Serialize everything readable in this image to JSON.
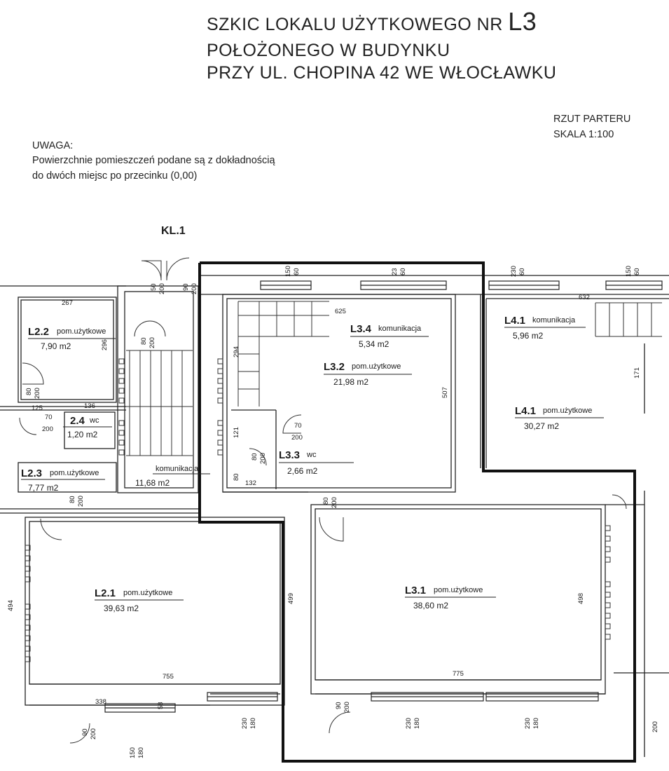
{
  "header": {
    "title_prefix": "SZKIC LOKALU UŻYTKOWEGO NR",
    "unit": "L3",
    "line2": "POŁOŻONEGO W BUDYNKU",
    "line3": "PRZY UL. CHOPINA 42 WE WŁOCŁAWKU"
  },
  "view": {
    "name": "RZUT PARTERU",
    "scale": "SKALA 1:100"
  },
  "note": {
    "heading": "UWAGA:",
    "line1": "Powierzchnie pomieszczeń podane są z dokładnością",
    "line2": "do dwóch miejsc po przecinku (0,00)"
  },
  "staircase_label": "KL.1",
  "rooms": {
    "l22": {
      "id": "L2.2",
      "type": "pom.użytkowe",
      "area": "7,90  m2"
    },
    "l24": {
      "id": "2.4",
      "type": "wc",
      "area": "1,20  m2"
    },
    "l23": {
      "id": "L2.3",
      "type": "pom.użytkowe",
      "area": "7,77  m2"
    },
    "stair": {
      "type": "komunikacja",
      "area": "11,68  m2"
    },
    "l34": {
      "id": "L3.4",
      "type": "komunikacja",
      "area": "5,34  m2"
    },
    "l32": {
      "id": "L3.2",
      "type": "pom.użytkowe",
      "area": "21,98  m2"
    },
    "l33": {
      "id": "L3.3",
      "type": "wc",
      "area": "2,66  m2"
    },
    "l41a": {
      "id": "L4.1",
      "type": "komunikacja",
      "area": "5,96  m2"
    },
    "l41b": {
      "id": "L4.1",
      "type": "pom.użytkowe",
      "area": "30,27  m2"
    },
    "l21": {
      "id": "L2.1",
      "type": "pom.użytkowe",
      "area": "39,63  m2"
    },
    "l31": {
      "id": "L3.1",
      "type": "pom.użytkowe",
      "area": "38,60  m2"
    }
  },
  "dims": {
    "d267": "267",
    "d296": "296",
    "d125": "125",
    "d136": "136",
    "d70a": "70",
    "d200a": "200",
    "d625": "625",
    "d294": "294",
    "d507": "507",
    "d121": "121",
    "d70b": "70",
    "d200b": "200",
    "d80c": "80",
    "d132": "132",
    "d632": "632",
    "d171": "171",
    "d494": "494",
    "d499": "499",
    "d498": "498",
    "d755": "755",
    "d775": "775",
    "d338": "338",
    "d58": "58",
    "o1a": "50",
    "o1b": "200",
    "o2a": "90",
    "o2b": "200",
    "o3a": "80",
    "o3b": "200",
    "o4a": "80",
    "o4b": "200",
    "o5a": "80",
    "o5b": "200",
    "o6a": "80",
    "o6b": "200",
    "o7a": "80",
    "o7b": "200",
    "o8a": "90",
    "o8b": "200",
    "o9a": "90",
    "o9b": "200",
    "o10a": "200",
    "w1a": "150",
    "w1b": "60",
    "w2a": "23",
    "w2b": "60",
    "w3a": "230",
    "w3b": "60",
    "w4a": "150",
    "w4b": "60",
    "w5a": "230",
    "w5b": "180",
    "w6a": "230",
    "w6b": "180",
    "w7a": "230",
    "w7b": "180",
    "w8a": "150",
    "w8b": "180"
  }
}
